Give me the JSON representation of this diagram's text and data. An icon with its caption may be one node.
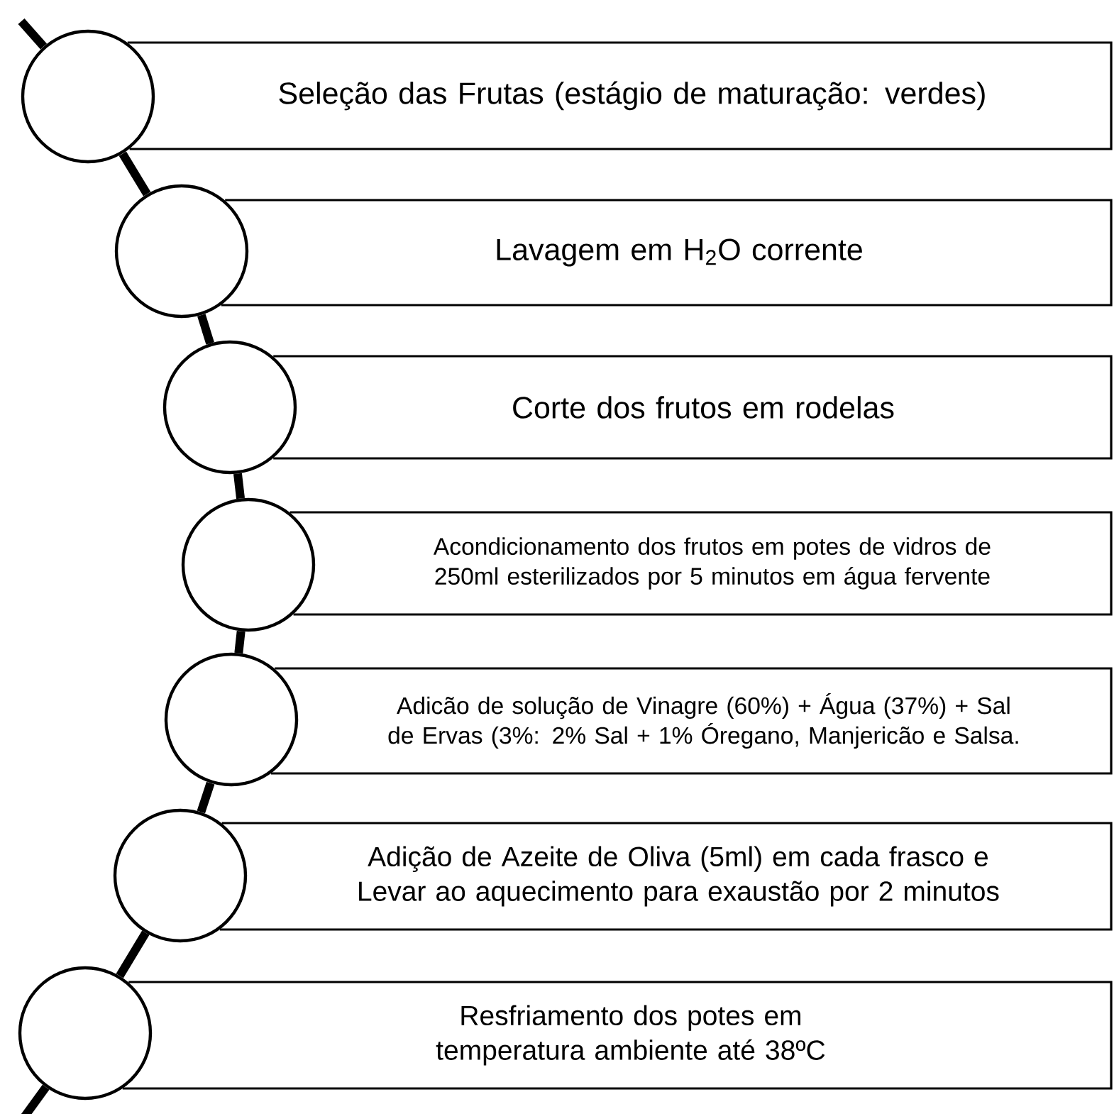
{
  "diagram": {
    "nodes": [
      {
        "text": [],
        "shape": "circle"
      },
      {
        "text": [
          "Seleção das Frutas (estágio de maturação: verdes)"
        ]
      },
      {
        "text": [],
        "shape": "circle"
      },
      {
        "text": [
          "Lavagem em H$_{2}$O corrente"
        ]
      },
      {
        "text": [],
        "shape": "circle"
      },
      {
        "text": [
          "Corte dos frutos em rodelas"
        ]
      },
      {
        "text": [],
        "shape": "circle"
      },
      {
        "text": [
          "Acondicionamento dos frutos em potes de vidros de 250ml esterilizados por 5 minutos em água fervente"
        ]
      },
      {
        "text": [],
        "shape": "circle"
      },
      {
        "text": [
          "Adicão de solução de Vinagre (60%) + Água (37%) + Sal de Ervas (3%: 2% Sal + 1% Óregano, Manjericão e Salsa."
        ]
      },
      {
        "text": [],
        "shape": "circle"
      },
      {
        "text": [
          "Adição de Azeite de Oliva (5ml) em cada frasco e Levar ao aquecimento para exaustão por 2 minutos"
        ]
      },
      {
        "text": [],
        "shape": "circle"
      },
      {
        "text": [
          "Resfriamento dos potes em temperatura ambiente até 38ºC"
        ]
      }
    ],
    "edges": [
      {
        "from": null,
        "to": 0,
        "arrow": "none"
      },
      {
        "from": 0,
        "to": 2,
        "arrow": "none"
      },
      {
        "from": 2,
        "to": 4,
        "arrow": "none"
      },
      {
        "from": 4,
        "to": 6,
        "arrow": "none"
      },
      {
        "from": 6,
        "to": 8,
        "arrow": "none"
      },
      {
        "from": 8,
        "to": 10,
        "arrow": "none"
      },
      {
        "from": 10,
        "to": 12,
        "arrow": "none"
      },
      {
        "from": 12,
        "to": null,
        "arrow": "none"
      }
    ]
  }
}
